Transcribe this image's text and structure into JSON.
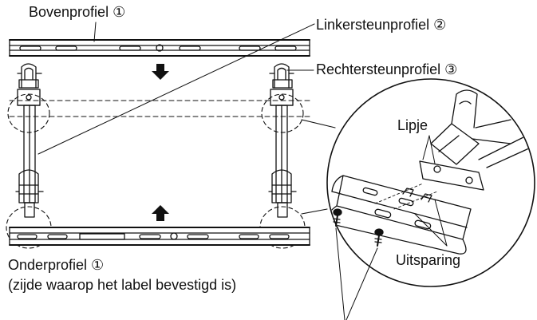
{
  "labels": {
    "top_profile": "Bovenprofiel ①",
    "left_profile": "Linkersteunprofiel ②",
    "right_profile": "Rechtersteunprofiel ③",
    "tab": "Lipje",
    "notch": "Uitsparing",
    "bottom_profile": "Onderprofiel ①",
    "bottom_note": "(zijde waarop het label bevestigd is)"
  },
  "colors": {
    "ink": "#111111",
    "paper": "#ffffff"
  }
}
